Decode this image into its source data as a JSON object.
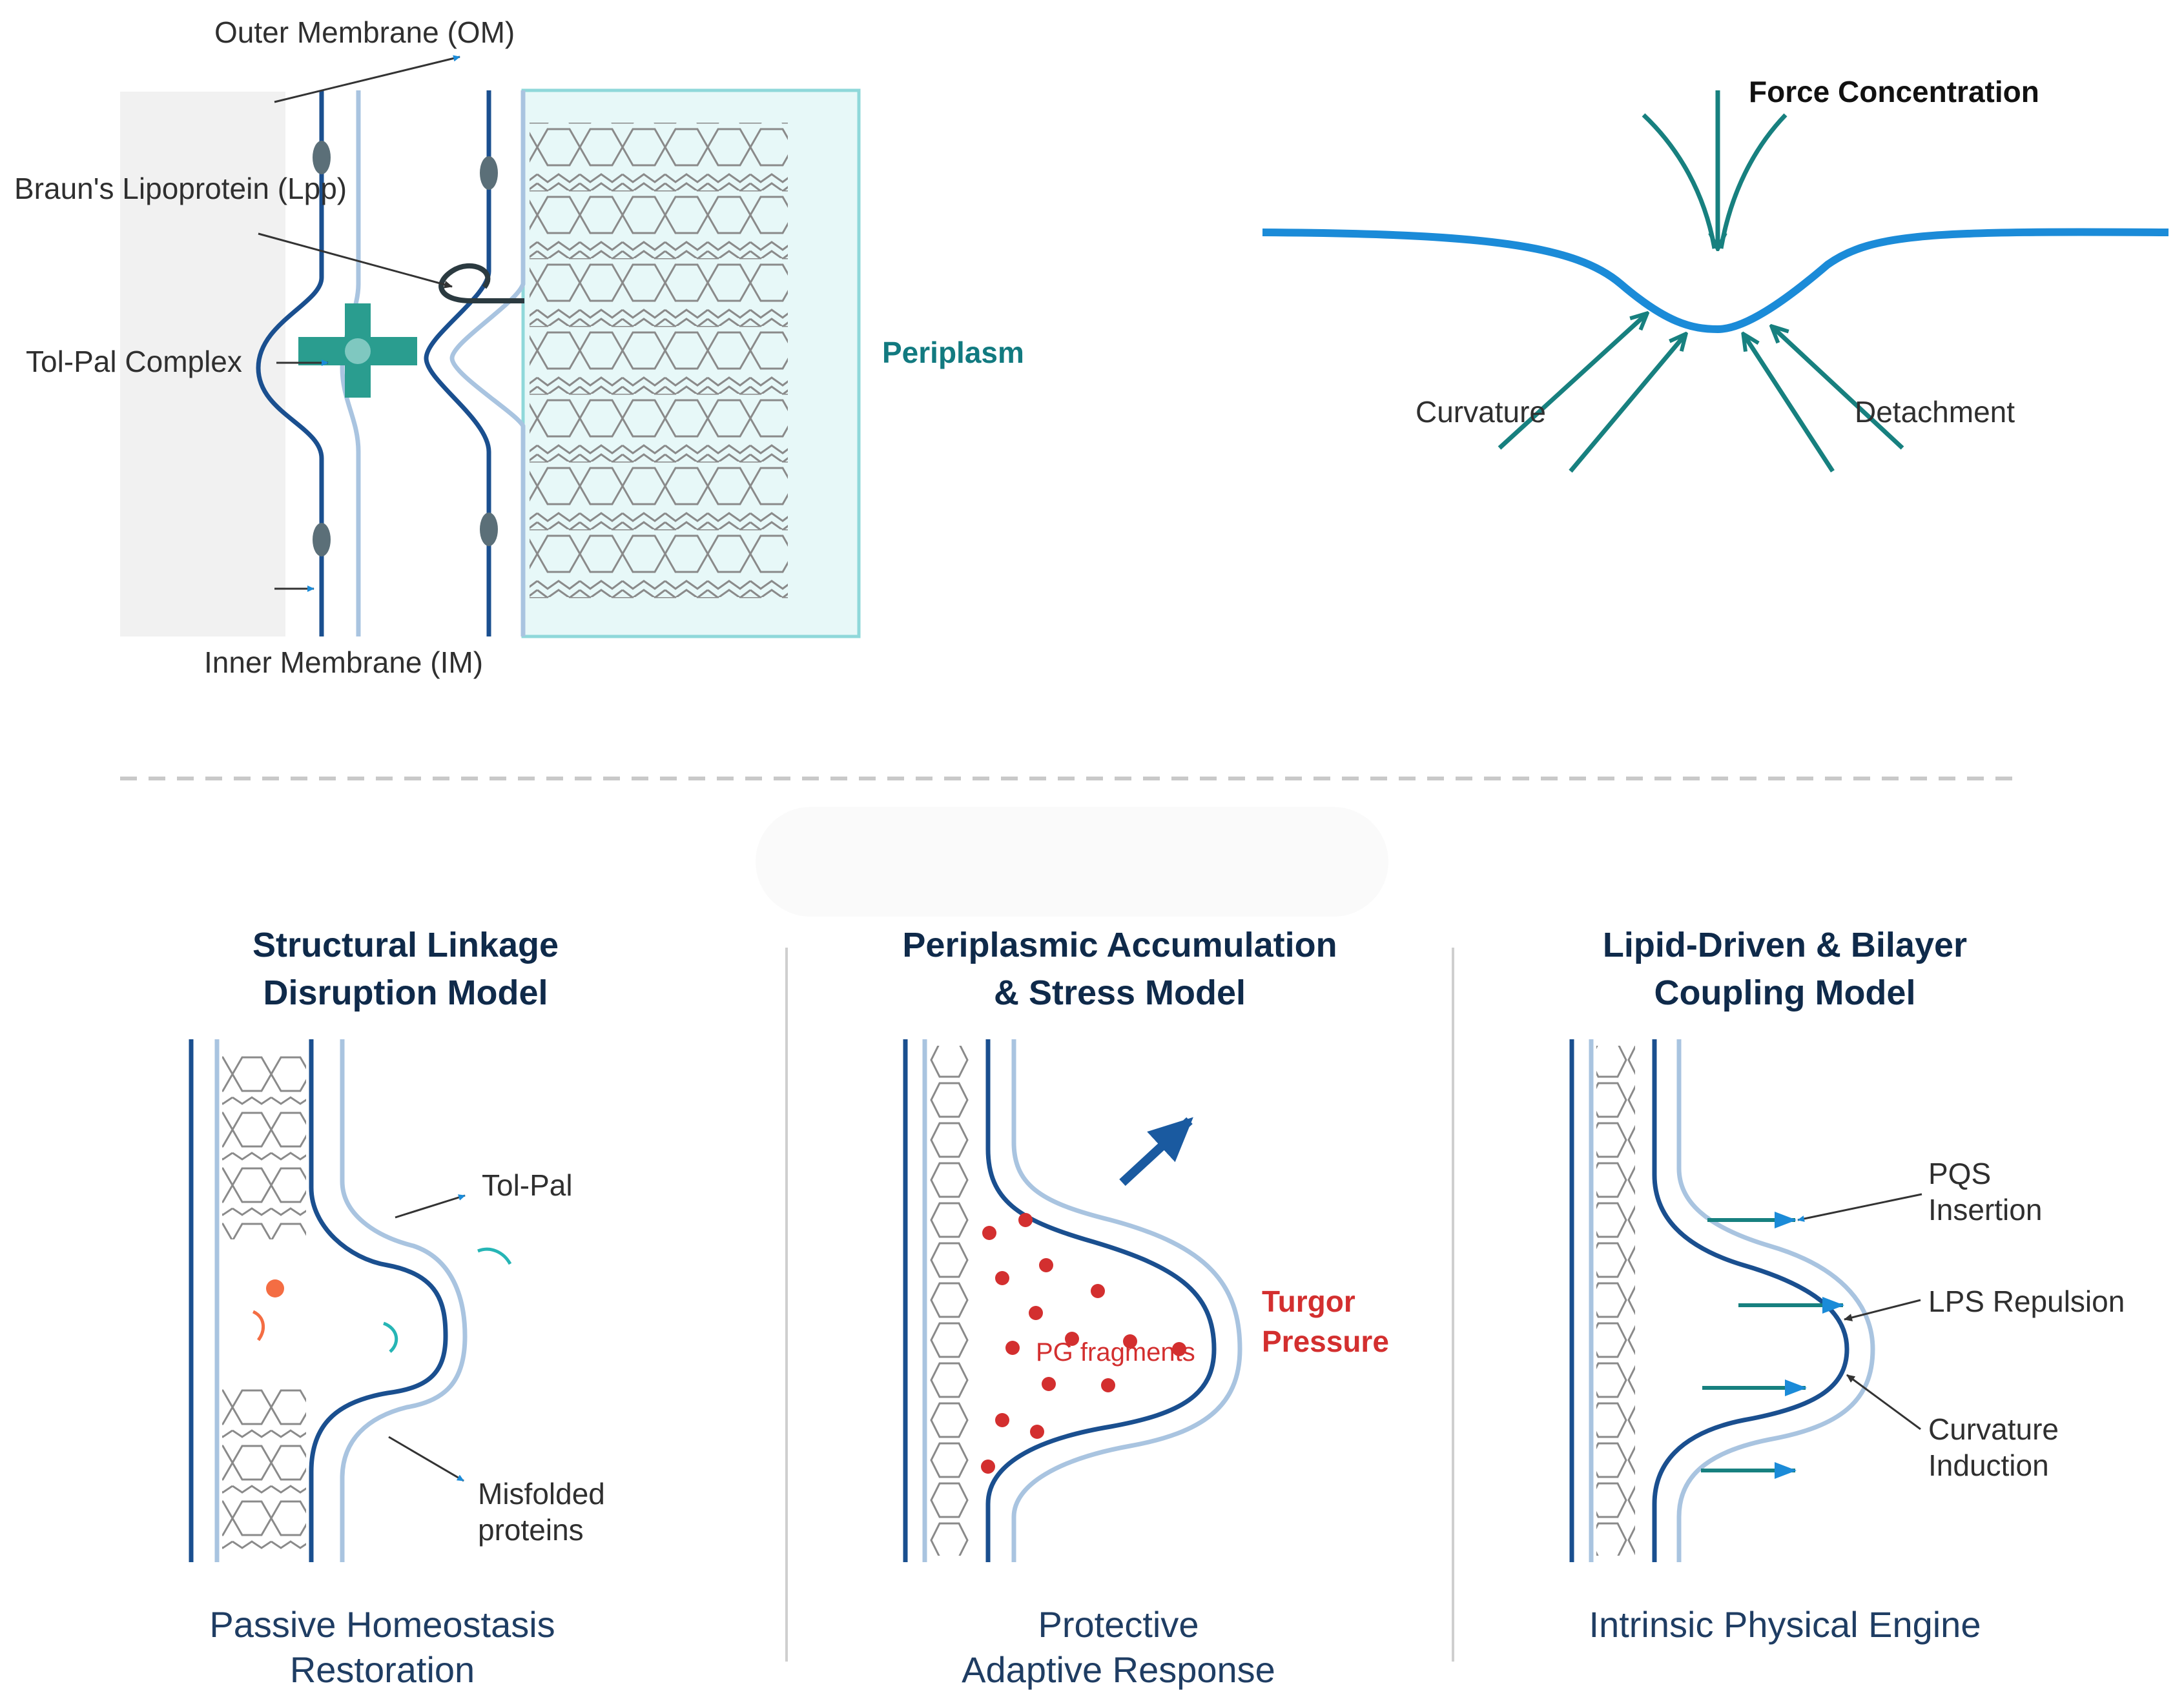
{
  "top_left": {
    "labels": {
      "outer_membrane": "Outer Membrane (OM)",
      "lipoprotein": "Braun's Lipoprotein (Lpp)",
      "tol_pal_complex": "Tol-Pal Complex",
      "inner_membrane": "Inner Membrane (IM)",
      "periplasm": "Periplasm"
    }
  },
  "top_right": {
    "labels": {
      "force": "Force Concentration",
      "curvature": "Curvature",
      "detachment": "Detachment"
    }
  },
  "models": [
    {
      "title_line1": "Structural Linkage",
      "title_line2": "Disruption Model",
      "annotations": {
        "tol_pal": "Tol-Pal",
        "misfolded_1": "Misfolded",
        "misfolded_2": "proteins"
      },
      "caption_line1": "Passive Homeostasis",
      "caption_line2": "Restoration"
    },
    {
      "title_line1": "Periplasmic Accumulation",
      "title_line2": "& Stress Model",
      "annotations": {
        "pg": "PG fragments",
        "turgor_1": "Turgor",
        "turgor_2": "Pressure"
      },
      "caption_line1": "Protective",
      "caption_line2": "Adaptive Response"
    },
    {
      "title_line1": "Lipid-Driven & Bilayer",
      "title_line2": "Coupling Model",
      "annotations": {
        "pqs_1": "PQS",
        "pqs_2": "Insertion",
        "lps": "LPS Repulsion",
        "curv_1": "Curvature",
        "curv_2": "Induction"
      },
      "caption_line1": "Intrinsic Physical Engine"
    }
  ],
  "colors": {
    "navy": "#1a4f8f",
    "light_blue": "#a9c4e0",
    "teal": "#17807f",
    "red": "#d32f2f",
    "sky": "#1b8bd8"
  }
}
